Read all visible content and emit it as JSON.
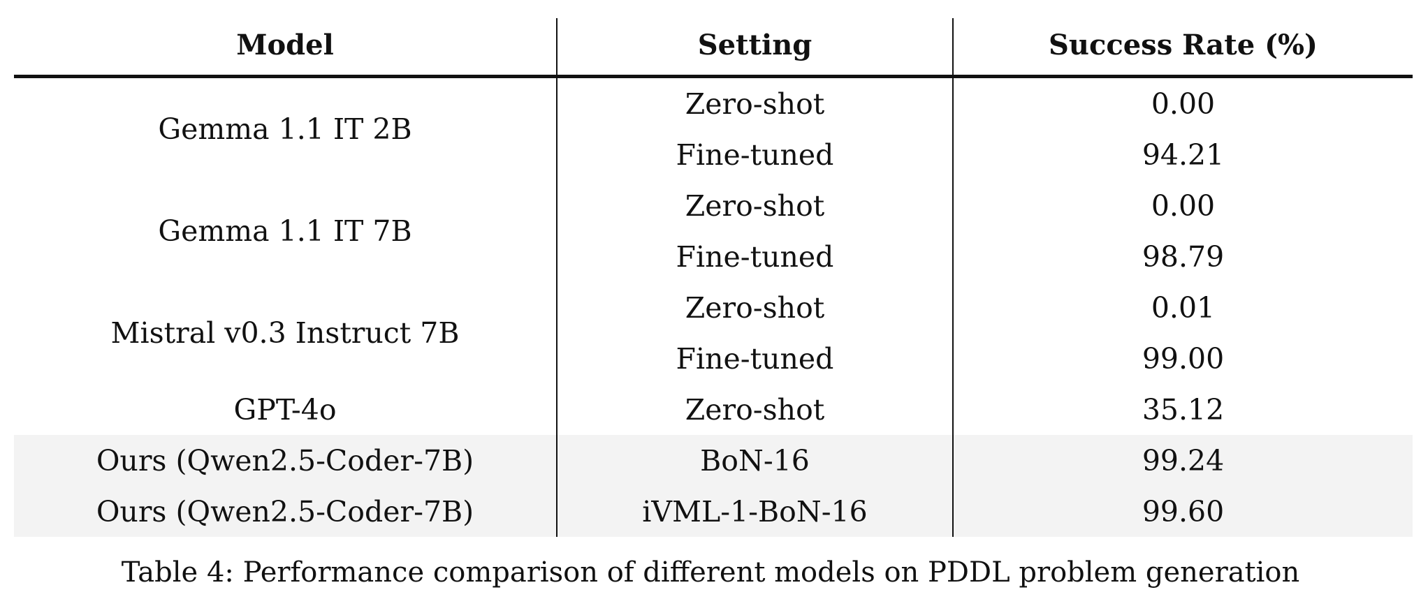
{
  "table": {
    "headers": {
      "model": "Model",
      "setting": "Setting",
      "success_rate": "Success Rate (%)"
    },
    "groups": [
      {
        "model": "Gemma 1.1 IT 2B",
        "rows": [
          {
            "setting": "Zero-shot",
            "success_rate": "0.00"
          },
          {
            "setting": "Fine-tuned",
            "success_rate": "94.21"
          }
        ]
      },
      {
        "model": "Gemma 1.1 IT 7B",
        "rows": [
          {
            "setting": "Zero-shot",
            "success_rate": "0.00"
          },
          {
            "setting": "Fine-tuned",
            "success_rate": "98.79"
          }
        ]
      },
      {
        "model": "Mistral v0.3 Instruct 7B",
        "rows": [
          {
            "setting": "Zero-shot",
            "success_rate": "0.01"
          },
          {
            "setting": "Fine-tuned",
            "success_rate": "99.00"
          }
        ]
      },
      {
        "model": "GPT-4o",
        "rows": [
          {
            "setting": "Zero-shot",
            "success_rate": "35.12"
          }
        ]
      },
      {
        "model": "Ours (Qwen2.5-Coder-7B)",
        "highlight": true,
        "rows": [
          {
            "setting": "BoN-16",
            "success_rate": "99.24"
          }
        ]
      },
      {
        "model": "Ours (Qwen2.5-Coder-7B)",
        "highlight": true,
        "rows": [
          {
            "setting": "iVML-1-BoN-16",
            "success_rate": "99.60"
          }
        ]
      }
    ]
  },
  "caption": "Table 4: Performance comparison of different models on PDDL problem generation",
  "colors": {
    "highlight_row_bg": "#f3f3f3",
    "rule": "#111111"
  }
}
